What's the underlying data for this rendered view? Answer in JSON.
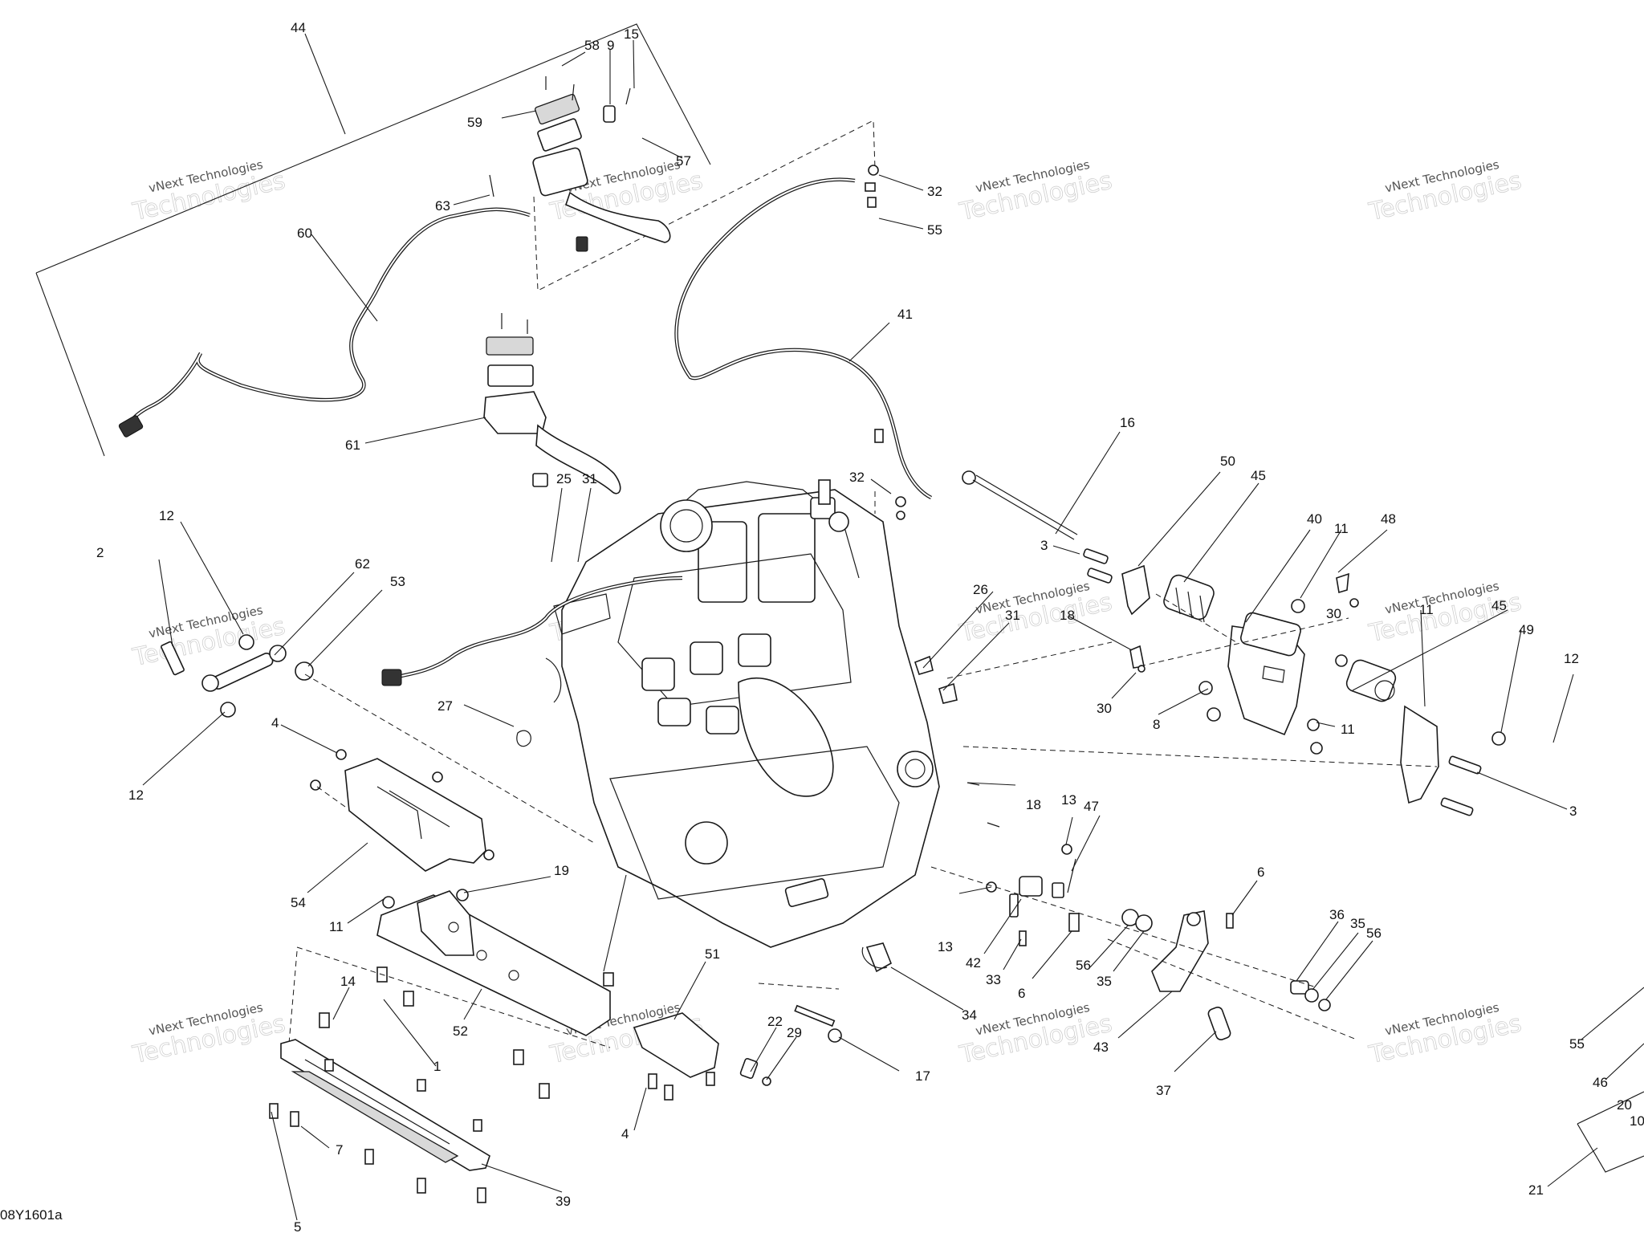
{
  "diagram_code": "08Y1601a",
  "watermark": {
    "company": "vNext Technologies",
    "large_word": "Technologies"
  },
  "callouts": [
    {
      "id": "c44",
      "label": "44"
    },
    {
      "id": "c58",
      "label": "58"
    },
    {
      "id": "c9",
      "label": "9"
    },
    {
      "id": "c15",
      "label": "15"
    },
    {
      "id": "c59",
      "label": "59"
    },
    {
      "id": "c57",
      "label": "57"
    },
    {
      "id": "c63",
      "label": "63"
    },
    {
      "id": "c60",
      "label": "60"
    },
    {
      "id": "c32a",
      "label": "32"
    },
    {
      "id": "c55a",
      "label": "55"
    },
    {
      "id": "c41",
      "label": "41"
    },
    {
      "id": "c61",
      "label": "61"
    },
    {
      "id": "c25",
      "label": "25"
    },
    {
      "id": "c31a",
      "label": "31"
    },
    {
      "id": "c32b",
      "label": "32"
    },
    {
      "id": "c16",
      "label": "16"
    },
    {
      "id": "c50",
      "label": "50"
    },
    {
      "id": "c45a",
      "label": "45"
    },
    {
      "id": "c40",
      "label": "40"
    },
    {
      "id": "c11a",
      "label": "11"
    },
    {
      "id": "c48",
      "label": "48"
    },
    {
      "id": "c3a",
      "label": "3"
    },
    {
      "id": "c26",
      "label": "26"
    },
    {
      "id": "c31b",
      "label": "31"
    },
    {
      "id": "c18a",
      "label": "18"
    },
    {
      "id": "c30a",
      "label": "30"
    },
    {
      "id": "c11b",
      "label": "11"
    },
    {
      "id": "c45b",
      "label": "45"
    },
    {
      "id": "c49",
      "label": "49"
    },
    {
      "id": "c12a",
      "label": "12"
    },
    {
      "id": "c30b",
      "label": "30"
    },
    {
      "id": "c8",
      "label": "8"
    },
    {
      "id": "c11c",
      "label": "11"
    },
    {
      "id": "c3b",
      "label": "3"
    },
    {
      "id": "c12b",
      "label": "12"
    },
    {
      "id": "c2",
      "label": "2"
    },
    {
      "id": "c62",
      "label": "62"
    },
    {
      "id": "c53",
      "label": "53"
    },
    {
      "id": "c12c",
      "label": "12"
    },
    {
      "id": "c27",
      "label": "27"
    },
    {
      "id": "c4a",
      "label": "4"
    },
    {
      "id": "c18b",
      "label": "18"
    },
    {
      "id": "c13a",
      "label": "13"
    },
    {
      "id": "c47",
      "label": "47"
    },
    {
      "id": "c54",
      "label": "54"
    },
    {
      "id": "c11d",
      "label": "11"
    },
    {
      "id": "c19",
      "label": "19"
    },
    {
      "id": "c6a",
      "label": "6"
    },
    {
      "id": "c13b",
      "label": "13"
    },
    {
      "id": "c42",
      "label": "42"
    },
    {
      "id": "c33",
      "label": "33"
    },
    {
      "id": "c56a",
      "label": "56"
    },
    {
      "id": "c35a",
      "label": "35"
    },
    {
      "id": "c6b",
      "label": "6"
    },
    {
      "id": "c36",
      "label": "36"
    },
    {
      "id": "c35b",
      "label": "35"
    },
    {
      "id": "c56b",
      "label": "56"
    },
    {
      "id": "c14",
      "label": "14"
    },
    {
      "id": "c52",
      "label": "52"
    },
    {
      "id": "c51",
      "label": "51"
    },
    {
      "id": "c34",
      "label": "34"
    },
    {
      "id": "c22",
      "label": "22"
    },
    {
      "id": "c29",
      "label": "29"
    },
    {
      "id": "c43",
      "label": "43"
    },
    {
      "id": "c55b",
      "label": "55"
    },
    {
      "id": "c1",
      "label": "1"
    },
    {
      "id": "c17",
      "label": "17"
    },
    {
      "id": "c37",
      "label": "37"
    },
    {
      "id": "c46",
      "label": "46"
    },
    {
      "id": "c20",
      "label": "20"
    },
    {
      "id": "c10",
      "label": "10"
    },
    {
      "id": "c7",
      "label": "7"
    },
    {
      "id": "c4b",
      "label": "4"
    },
    {
      "id": "c39",
      "label": "39"
    },
    {
      "id": "c21",
      "label": "21"
    },
    {
      "id": "c5",
      "label": "5"
    }
  ]
}
